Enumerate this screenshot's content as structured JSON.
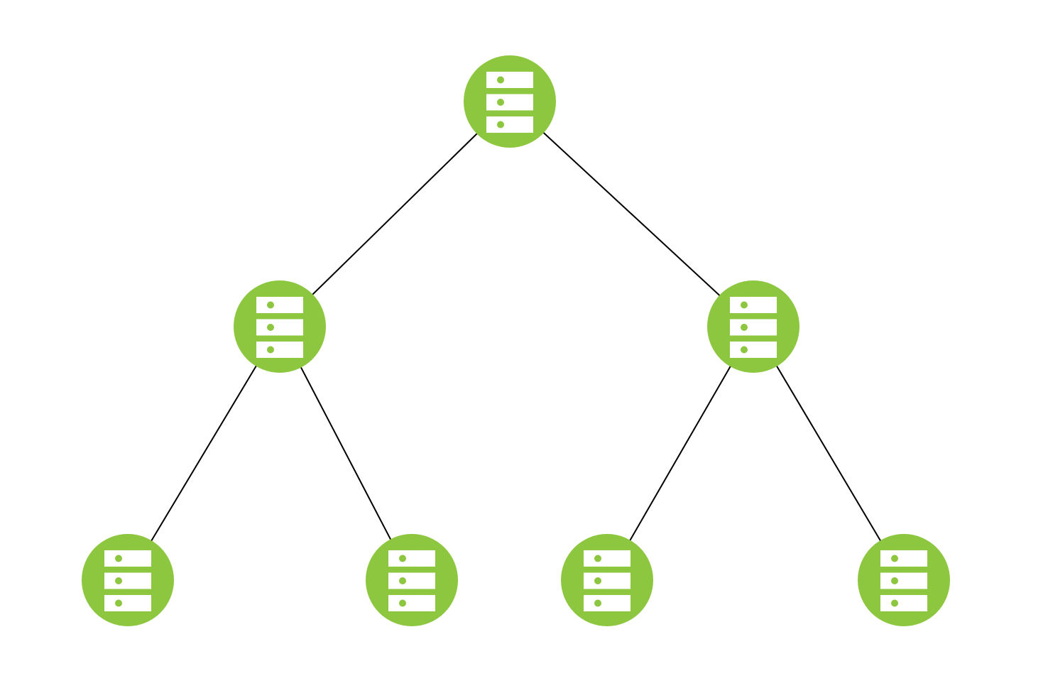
{
  "diagram": {
    "type": "tree",
    "colors": {
      "node_fill": "#8dc63f",
      "icon_fill": "#ffffff",
      "edge_stroke": "#000000",
      "background": "#ffffff"
    },
    "nodes": [
      {
        "id": "root",
        "icon": "server-icon"
      },
      {
        "id": "left",
        "icon": "server-icon"
      },
      {
        "id": "right",
        "icon": "server-icon"
      },
      {
        "id": "left-left",
        "icon": "server-icon"
      },
      {
        "id": "left-right",
        "icon": "server-icon"
      },
      {
        "id": "right-left",
        "icon": "server-icon"
      },
      {
        "id": "right-right",
        "icon": "server-icon"
      }
    ],
    "edges": [
      {
        "from": "root",
        "to": "left"
      },
      {
        "from": "root",
        "to": "right"
      },
      {
        "from": "left",
        "to": "left-left"
      },
      {
        "from": "left",
        "to": "left-right"
      },
      {
        "from": "right",
        "to": "right-left"
      },
      {
        "from": "right",
        "to": "right-right"
      }
    ]
  }
}
